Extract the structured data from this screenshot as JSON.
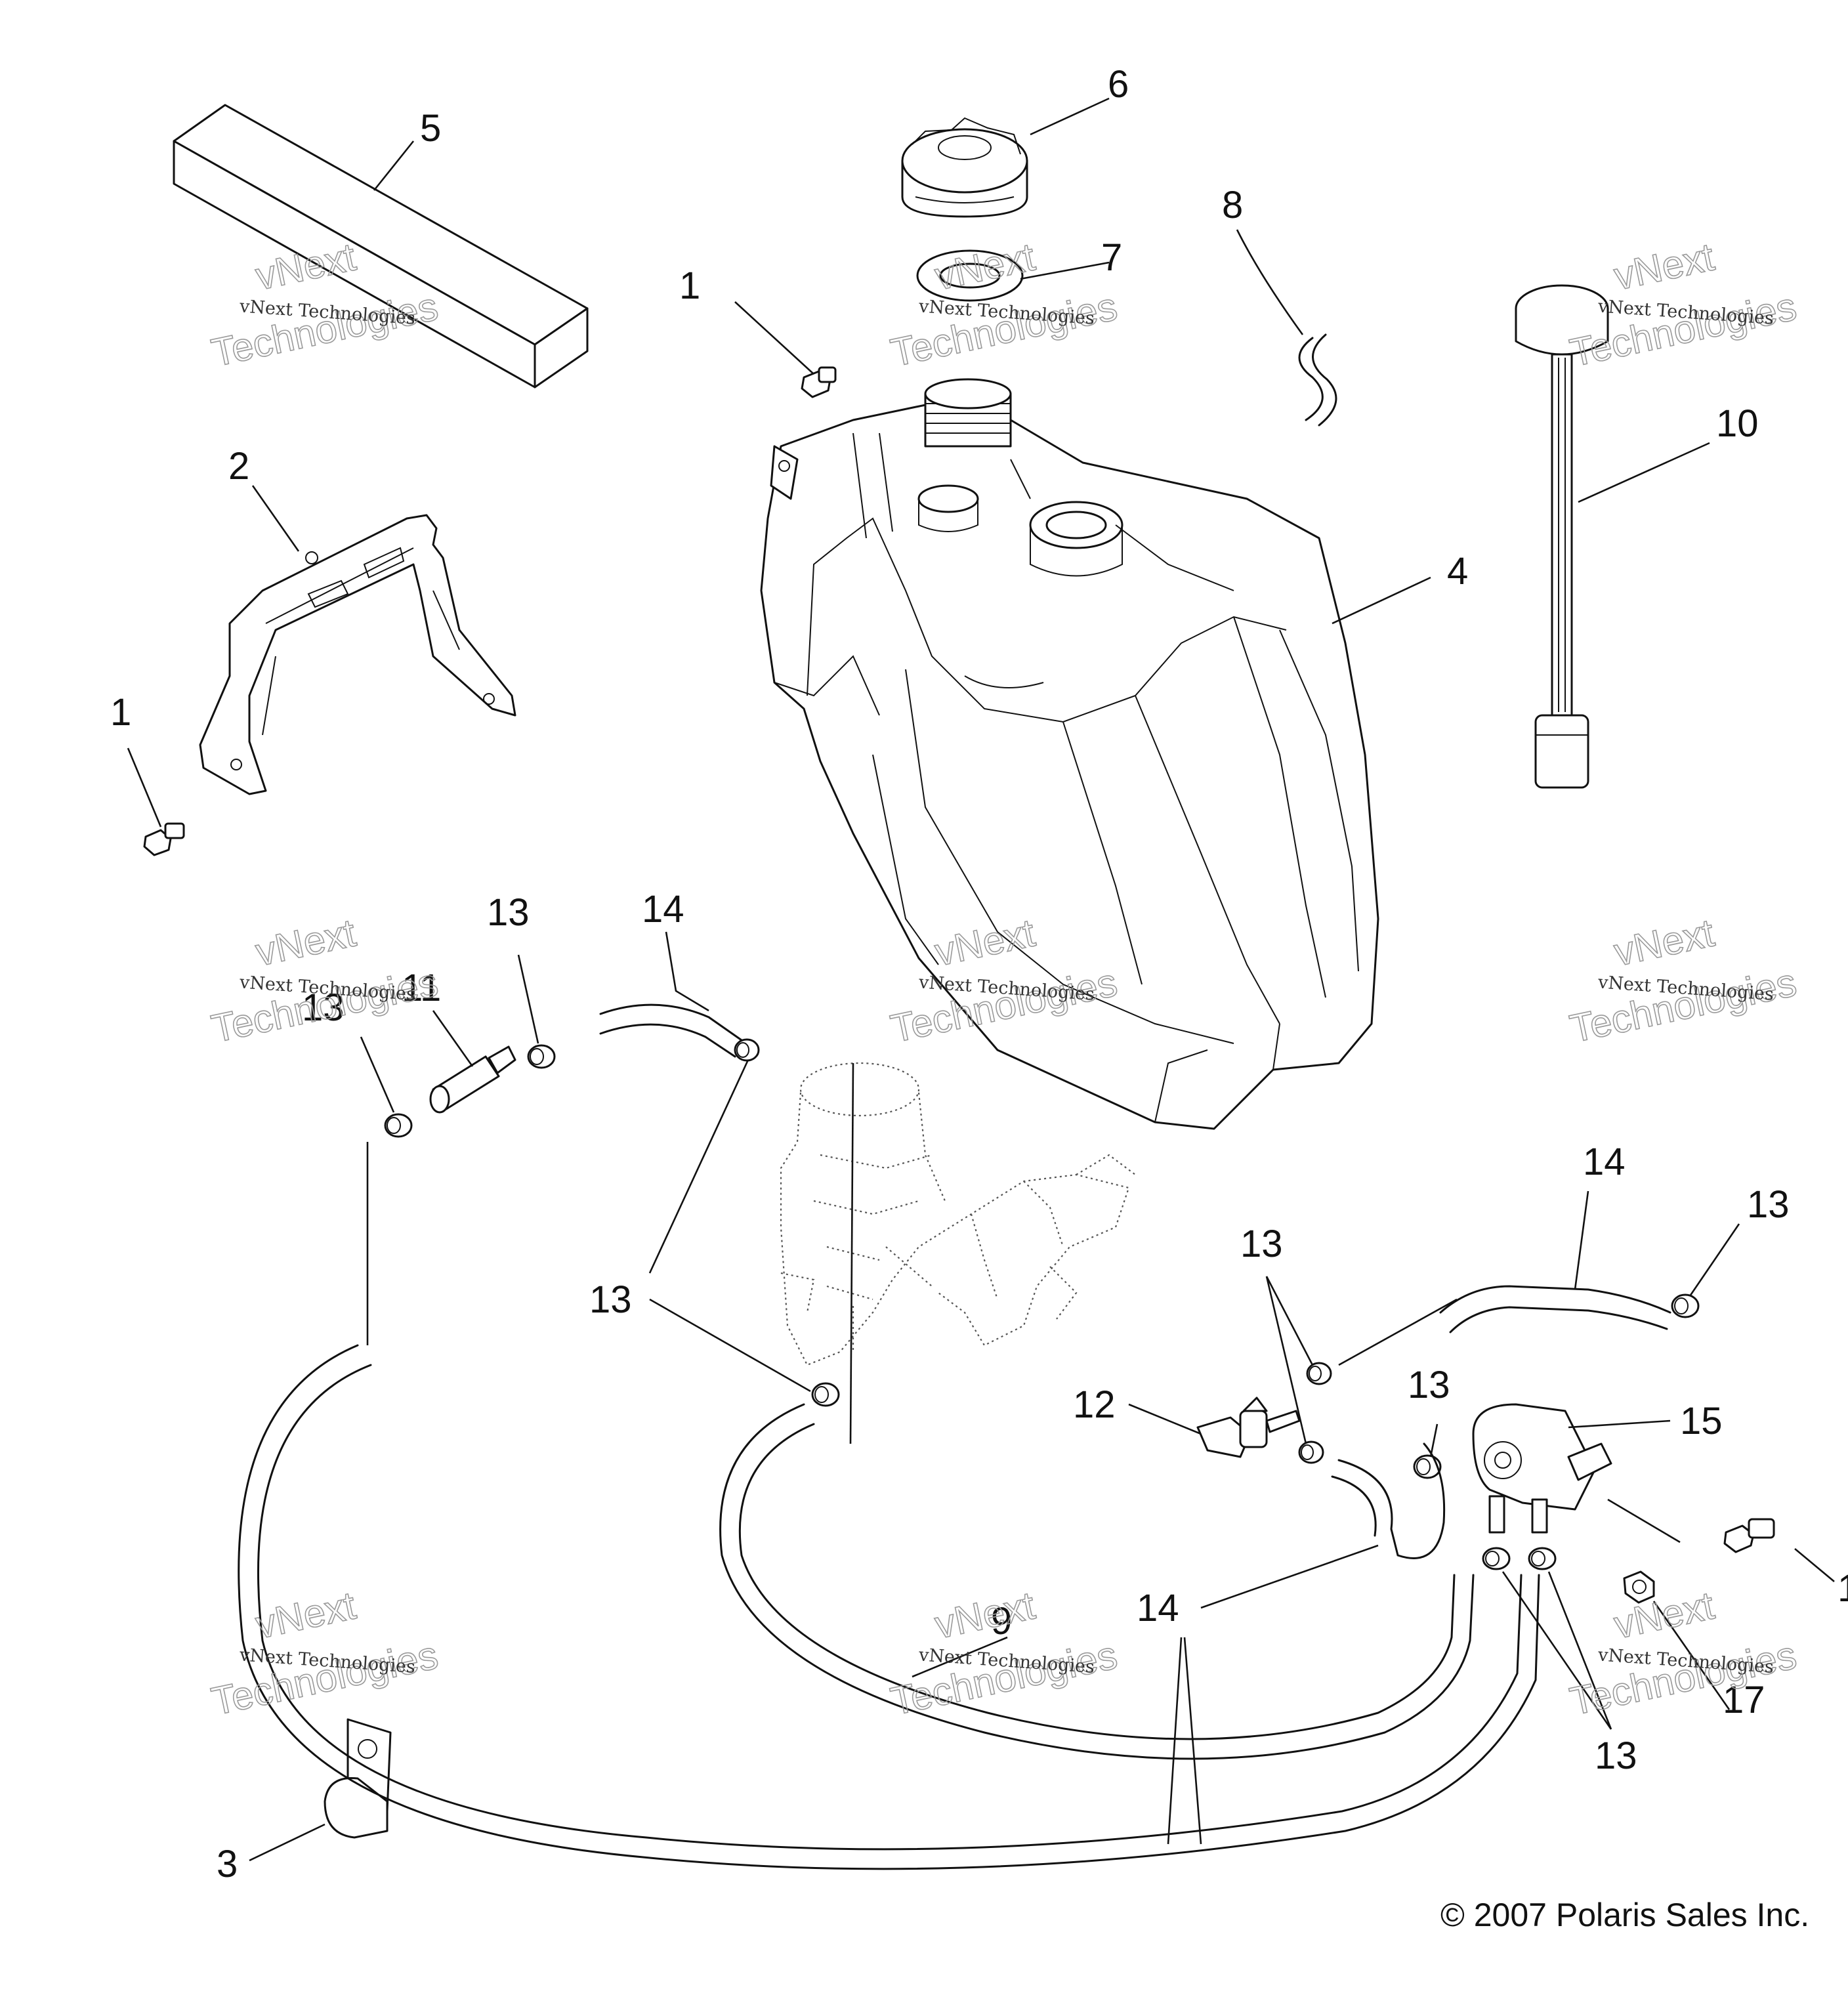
{
  "callouts": [
    {
      "id": "c1a",
      "text": "1"
    },
    {
      "id": "c1b",
      "text": "1"
    },
    {
      "id": "c1c",
      "text": "1"
    },
    {
      "id": "c2",
      "text": "2"
    },
    {
      "id": "c3",
      "text": "3"
    },
    {
      "id": "c4",
      "text": "4"
    },
    {
      "id": "c5",
      "text": "5"
    },
    {
      "id": "c6",
      "text": "6"
    },
    {
      "id": "c7",
      "text": "7"
    },
    {
      "id": "c8",
      "text": "8"
    },
    {
      "id": "c9",
      "text": "9"
    },
    {
      "id": "c10",
      "text": "10"
    },
    {
      "id": "c11",
      "text": "11"
    },
    {
      "id": "c12",
      "text": "12"
    },
    {
      "id": "c13a",
      "text": "13"
    },
    {
      "id": "c13b",
      "text": "13"
    },
    {
      "id": "c13c",
      "text": "13"
    },
    {
      "id": "c13d",
      "text": "13"
    },
    {
      "id": "c13e",
      "text": "13"
    },
    {
      "id": "c13f",
      "text": "13"
    },
    {
      "id": "c13g",
      "text": "13"
    },
    {
      "id": "c14a",
      "text": "14"
    },
    {
      "id": "c14b",
      "text": "14"
    },
    {
      "id": "c14c",
      "text": "14"
    },
    {
      "id": "c15",
      "text": "15"
    },
    {
      "id": "c17",
      "text": "17"
    }
  ],
  "watermark": {
    "line1": "vNext Technologies",
    "line2": "vNext",
    "line3": "Technologies"
  },
  "copyright": "© 2007  Polaris Sales Inc."
}
